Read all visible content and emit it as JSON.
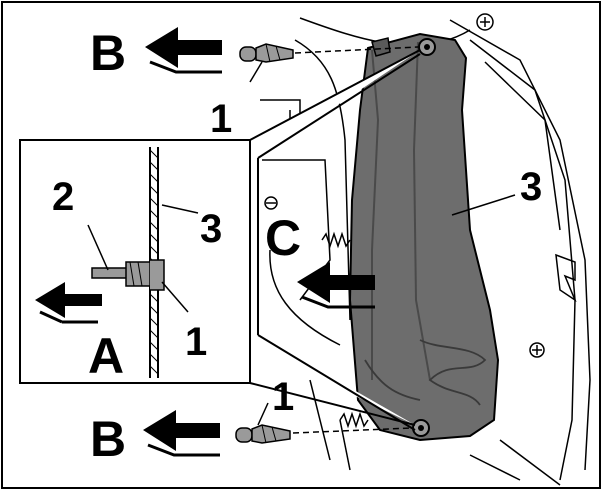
{
  "labels": {
    "B_top": "B",
    "B_bottom": "B",
    "A": "A",
    "C": "C",
    "num_1_top": "1",
    "num_1_inset": "1",
    "num_1_bottom": "1",
    "num_2_inset": "2",
    "num_3_inset": "3",
    "num_3_main": "3"
  },
  "colors": {
    "line": "#000000",
    "pad_fill": "#6d6d6d",
    "pad_shade": "#4a4a4a",
    "clip_fill": "#9a9a9a",
    "background": "#ffffff"
  }
}
